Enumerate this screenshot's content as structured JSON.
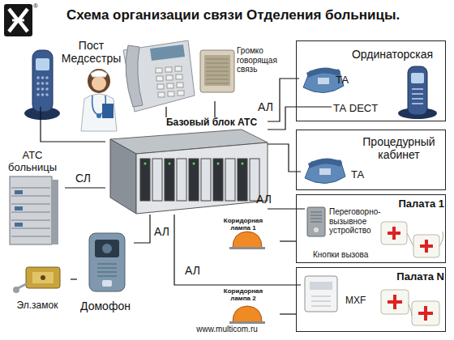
{
  "diagram": {
    "title": "Схема организации связи Отделения больницы.",
    "nodes": [
      {
        "text": [
          "Базовый блок АТС"
        ]
      },
      {
        "text": [
          "Пост Медсестры"
        ]
      },
      {
        "text": [
          "Громко говорящая связь"
        ]
      },
      {
        "text": [
          "Ординаторская"
        ]
      },
      {
        "text": [
          "ТА"
        ],
        "in": 3
      },
      {
        "text": [
          "ТА DECT"
        ],
        "in": 3
      },
      {
        "text": [
          "Процедурный кабинет"
        ]
      },
      {
        "text": [
          "ТА"
        ],
        "in": 6
      },
      {
        "text": [
          "Палата 1"
        ]
      },
      {
        "text": [
          "Переговорно-вызывное устройство"
        ],
        "in": 8
      },
      {
        "text": [
          "Кнопки вызова"
        ],
        "in": 8
      },
      {
        "text": [
          "Палата N"
        ]
      },
      {
        "text": [
          "MXF"
        ],
        "in": 11
      },
      {
        "text": [
          "АТС больницы"
        ]
      },
      {
        "text": [
          "Домофон"
        ]
      },
      {
        "text": [
          "Эл.замок"
        ]
      },
      {
        "text": [
          "Коридорная лампа 1"
        ]
      },
      {
        "text": [
          "Коридорная лампа 2"
        ]
      }
    ],
    "edges": [
      {
        "from": 0,
        "to": 1,
        "arrow": "none"
      },
      {
        "from": 0,
        "to": 1,
        "arrow": "none"
      },
      {
        "from": 0,
        "to": 2,
        "arrow": "none"
      },
      {
        "from": 0,
        "to": 4,
        "arrow": "none"
      },
      {
        "from": 0,
        "to": 5,
        "label": "АЛ",
        "arrow": "none"
      },
      {
        "from": 0,
        "to": 7,
        "arrow": "none"
      },
      {
        "from": 0,
        "to": 9,
        "label": "АЛ",
        "arrow": "none"
      },
      {
        "from": 0,
        "to": 12,
        "label": "АЛ",
        "arrow": "none"
      },
      {
        "from": 0,
        "to": 13,
        "label": "СЛ",
        "arrow": "none"
      },
      {
        "from": 0,
        "to": 14,
        "label": "АЛ",
        "arrow": "none"
      },
      {
        "from": 14,
        "to": 15,
        "arrow": "none"
      },
      {
        "from": 16,
        "to": 8,
        "arrow": "none"
      },
      {
        "from": 17,
        "to": 11,
        "arrow": "none"
      }
    ],
    "labels": [
      "®",
      "www.multicom.ru"
    ]
  }
}
